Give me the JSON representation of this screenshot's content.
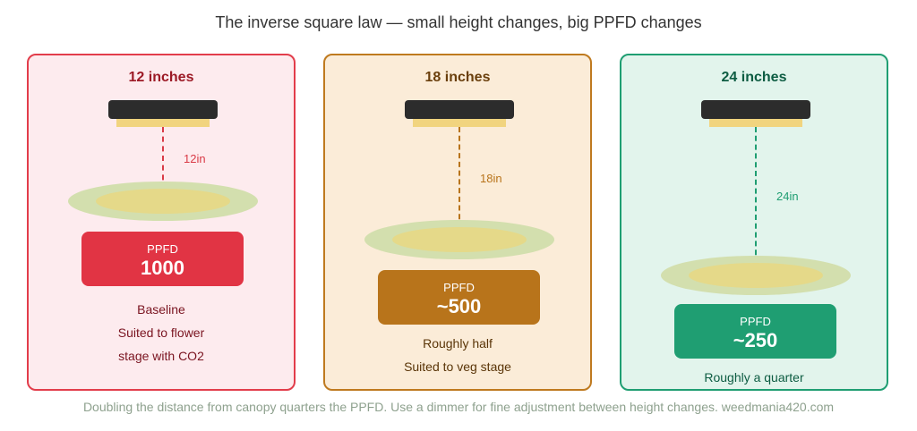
{
  "title": "The inverse square law — small height changes, big PPFD changes",
  "panels": [
    {
      "heading": "12 inches",
      "distance_label": "12in",
      "ppfd_label": "PPFD",
      "ppfd_value": "1000",
      "caption_lines": [
        "Baseline",
        "Suited to flower",
        "stage with CO2"
      ]
    },
    {
      "heading": "18 inches",
      "distance_label": "18in",
      "ppfd_label": "PPFD",
      "ppfd_value": "~500",
      "caption_lines": [
        "Roughly half",
        "Suited to veg stage"
      ]
    },
    {
      "heading": "24 inches",
      "distance_label": "24in",
      "ppfd_label": "PPFD",
      "ppfd_value": "~250",
      "caption_lines": [
        "Roughly a quarter"
      ]
    }
  ],
  "footer": "Doubling the distance from canopy quarters the PPFD. Use a dimmer for fine adjustment between height changes. weedmania420.com",
  "colors": {
    "panel_12": "#e13444",
    "panel_18": "#b8741b",
    "panel_24": "#1f9e72"
  }
}
